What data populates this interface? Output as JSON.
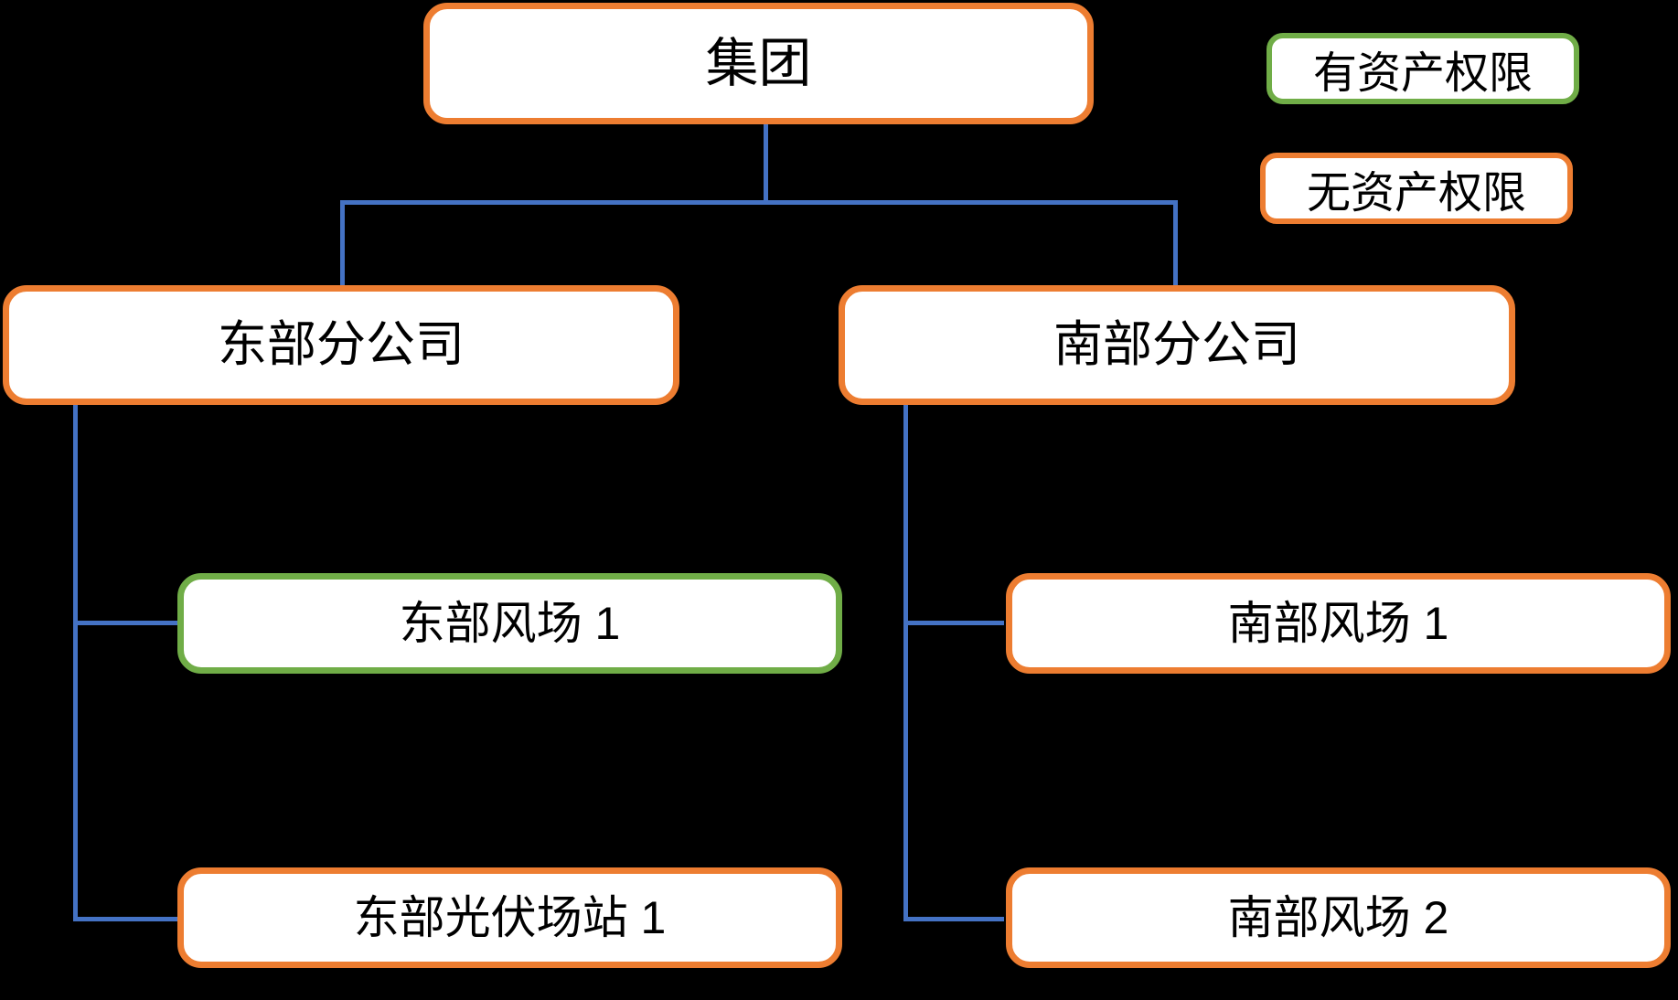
{
  "diagram": {
    "type": "org-chart",
    "background_color": "#000000",
    "box_fill_color": "#FFFFFF",
    "connector_color": "#4472C4",
    "permission_colors": {
      "has_asset_permission": "#70AD47",
      "no_asset_permission": "#ED7D31"
    },
    "nodes": {
      "root": {
        "label": "集团",
        "permission": "no_asset_permission"
      },
      "east_branch": {
        "label": "东部分公司",
        "permission": "no_asset_permission"
      },
      "south_branch": {
        "label": "南部分公司",
        "permission": "no_asset_permission"
      },
      "east_wind_1": {
        "label": "东部风场 1",
        "permission": "has_asset_permission"
      },
      "east_pv_1": {
        "label": "东部光伏场站 1",
        "permission": "no_asset_permission"
      },
      "south_wind_1": {
        "label": "南部风场 1",
        "permission": "no_asset_permission"
      },
      "south_wind_2": {
        "label": "南部风场 2",
        "permission": "no_asset_permission"
      }
    },
    "legend": {
      "items": [
        {
          "label": "有资产权限",
          "permission": "has_asset_permission"
        },
        {
          "label": "无资产权限",
          "permission": "no_asset_permission"
        }
      ]
    }
  }
}
